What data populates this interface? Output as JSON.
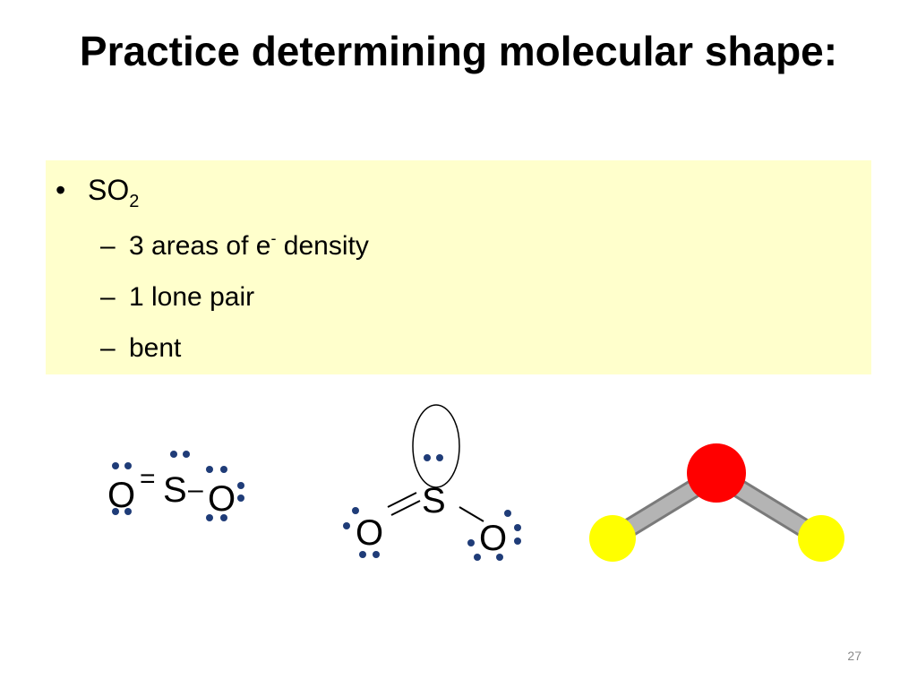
{
  "slide": {
    "title": "Practice determining molecular shape:",
    "bullet": {
      "marker": "•",
      "formula_main": "SO",
      "formula_sub": "2"
    },
    "subitems": [
      {
        "dash": "–",
        "pre": "3 areas of e",
        "sup": "-",
        "post": " density"
      },
      {
        "dash": "–",
        "text": "1 lone pair"
      },
      {
        "dash": "–",
        "text": "bent"
      }
    ],
    "lewis_structure": {
      "left_atom": "O",
      "center_atom": "S",
      "right_atom": "O",
      "double_bond": "=",
      "single_bond": "–"
    },
    "vsepr_diagram": {
      "center_atom": "S",
      "left_atom": "O",
      "right_atom": "O"
    },
    "model_colors": {
      "center_atom": "#ff0000",
      "outer_atoms": "#ffff00",
      "bonds": "#b0b0b0"
    },
    "page_number": "27"
  }
}
